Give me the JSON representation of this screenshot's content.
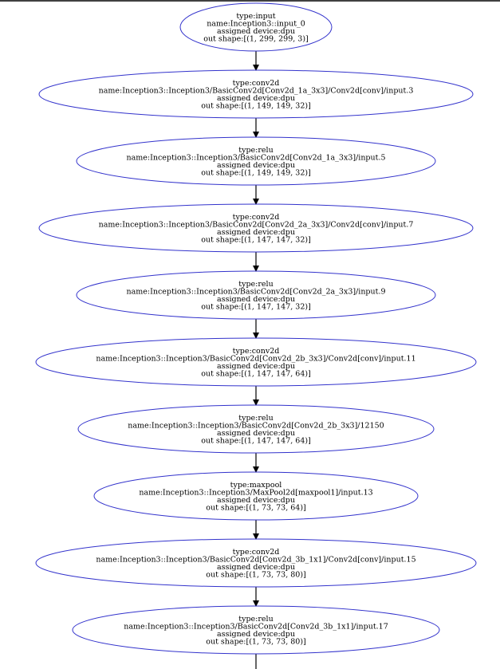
{
  "graph": {
    "colors": {
      "node_border": "#3333cc",
      "edge": "#000000",
      "text": "#000000",
      "top_line": "#000000"
    },
    "nodes": [
      {
        "lines": [
          "type:input",
          "name:Inception3::input_0",
          "assigned device:dpu",
          "out shape:[(1, 299, 299, 3)]"
        ]
      },
      {
        "lines": [
          "type:conv2d",
          "name:Inception3::Inception3/BasicConv2d[Conv2d_1a_3x3]/Conv2d[conv]/input.3",
          "assigned device:dpu",
          "out shape:[(1, 149, 149, 32)]"
        ]
      },
      {
        "lines": [
          "type:relu",
          "name:Inception3::Inception3/BasicConv2d[Conv2d_1a_3x3]/input.5",
          "assigned device:dpu",
          "out shape:[(1, 149, 149, 32)]"
        ]
      },
      {
        "lines": [
          "type:conv2d",
          "name:Inception3::Inception3/BasicConv2d[Conv2d_2a_3x3]/Conv2d[conv]/input.7",
          "assigned device:dpu",
          "out shape:[(1, 147, 147, 32)]"
        ]
      },
      {
        "lines": [
          "type:relu",
          "name:Inception3::Inception3/BasicConv2d[Conv2d_2a_3x3]/input.9",
          "assigned device:dpu",
          "out shape:[(1, 147, 147, 32)]"
        ]
      },
      {
        "lines": [
          "type:conv2d",
          "name:Inception3::Inception3/BasicConv2d[Conv2d_2b_3x3]/Conv2d[conv]/input.11",
          "assigned device:dpu",
          "out shape:[(1, 147, 147, 64)]"
        ]
      },
      {
        "lines": [
          "type:relu",
          "name:Inception3::Inception3/BasicConv2d[Conv2d_2b_3x3]/12150",
          "assigned device:dpu",
          "out shape:[(1, 147, 147, 64)]"
        ]
      },
      {
        "lines": [
          "type:maxpool",
          "name:Inception3::Inception3/MaxPool2d[maxpool1]/input.13",
          "assigned device:dpu",
          "out shape:[(1, 73, 73, 64)]"
        ]
      },
      {
        "lines": [
          "type:conv2d",
          "name:Inception3::Inception3/BasicConv2d[Conv2d_3b_1x1]/Conv2d[conv]/input.15",
          "assigned device:dpu",
          "out shape:[(1, 73, 73, 80)]"
        ]
      },
      {
        "lines": [
          "type:relu",
          "name:Inception3::Inception3/BasicConv2d[Conv2d_3b_1x1]/input.17",
          "assigned device:dpu",
          "out shape:[(1, 73, 73, 80)]"
        ]
      }
    ]
  }
}
